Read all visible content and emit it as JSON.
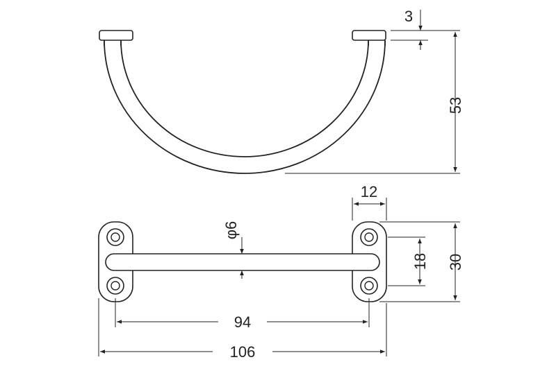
{
  "drawing": {
    "title": "",
    "dimensions": {
      "flange_thickness": "3",
      "height": "53",
      "plate_width": "12",
      "rod_diameter": "φ6",
      "hole_spacing": "18",
      "plate_height": "30",
      "hole_center_distance": "94",
      "overall_length": "106"
    },
    "colors": {
      "line": "#222222",
      "background": "#ffffff"
    }
  }
}
